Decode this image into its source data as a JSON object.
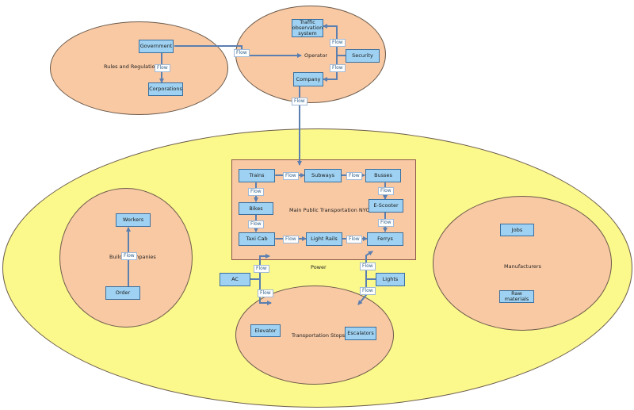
{
  "colors": {
    "yellow_region": "#fbf88c",
    "peach_region": "#f9c9a4",
    "node_fill": "#9fd2f2",
    "node_border": "#3a6f9e",
    "connector": "#5a7fb0"
  },
  "regions": {
    "rules": "Rules and Regulations",
    "operator": "Operator",
    "power": "Power",
    "building_companies": "Build",
    "building_companies_tail": "mpanies",
    "transportation_stops": "Transportation Stops",
    "manufacturers": "Manufacturers",
    "main_transport": "Main Public Transportation NYC"
  },
  "nodes": {
    "government": "Government",
    "corporations": "Corporations",
    "traffic": "Traffic observation system",
    "security": "Security",
    "company": "Company",
    "trains": "Trains",
    "subways": "Subways",
    "busses": "Busses",
    "bikes": "Bikes",
    "escooter": "E-Scooter",
    "taxi": "Taxi Cab",
    "lightrails": "Light Rails",
    "ferrys": "Ferrys",
    "workers": "Workers",
    "order": "Order",
    "ac": "AC",
    "lights": "Lights",
    "elevator": "Elevator",
    "escalators": "Escalators",
    "jobs": "Jobs",
    "raw": "Raw materials"
  },
  "flow_label": "Flow"
}
